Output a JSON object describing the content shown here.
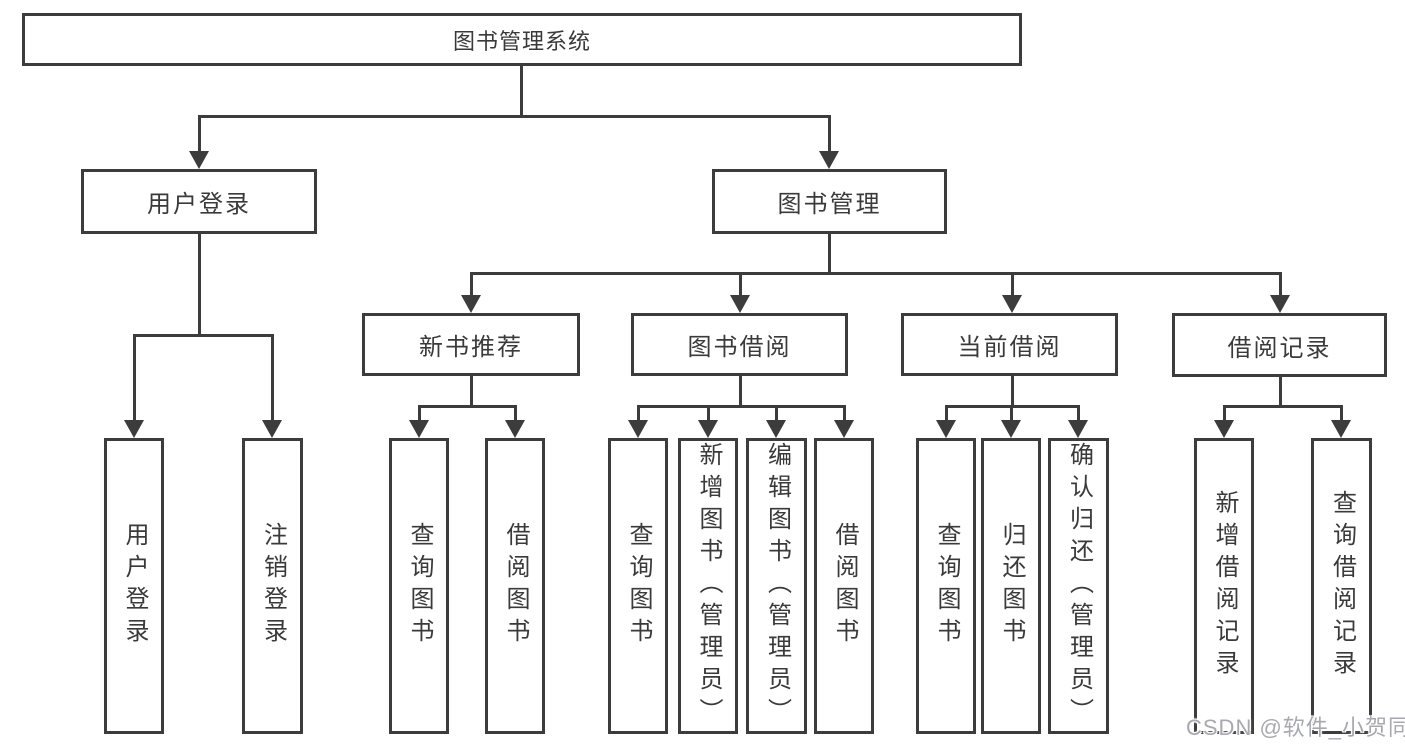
{
  "tree": {
    "root": {
      "label": "图书管理系统",
      "children": [
        {
          "label": "用户登录",
          "children": [
            {
              "label": "用户登录"
            },
            {
              "label": "注销登录"
            }
          ]
        },
        {
          "label": "图书管理",
          "children": [
            {
              "label": "新书推荐",
              "children": [
                {
                  "label": "查询图书"
                },
                {
                  "label": "借阅图书"
                }
              ]
            },
            {
              "label": "图书借阅",
              "children": [
                {
                  "label": "查询图书"
                },
                {
                  "label": "新增图书（管理员）"
                },
                {
                  "label": "编辑图书（管理员）"
                },
                {
                  "label": "借阅图书"
                }
              ]
            },
            {
              "label": "当前借阅",
              "children": [
                {
                  "label": "查询图书"
                },
                {
                  "label": "归还图书"
                },
                {
                  "label": "确认归还（管理员）"
                }
              ]
            },
            {
              "label": "借阅记录",
              "children": [
                {
                  "label": "新增借阅记录"
                },
                {
                  "label": "查询借阅记录"
                }
              ]
            }
          ]
        }
      ]
    }
  },
  "watermark": "CSDN @软件_小贺同学",
  "colors": {
    "line": "#3c3c3c",
    "text": "#3a3a3a",
    "background": "#ffffff",
    "watermark": "#a8a8b0"
  }
}
